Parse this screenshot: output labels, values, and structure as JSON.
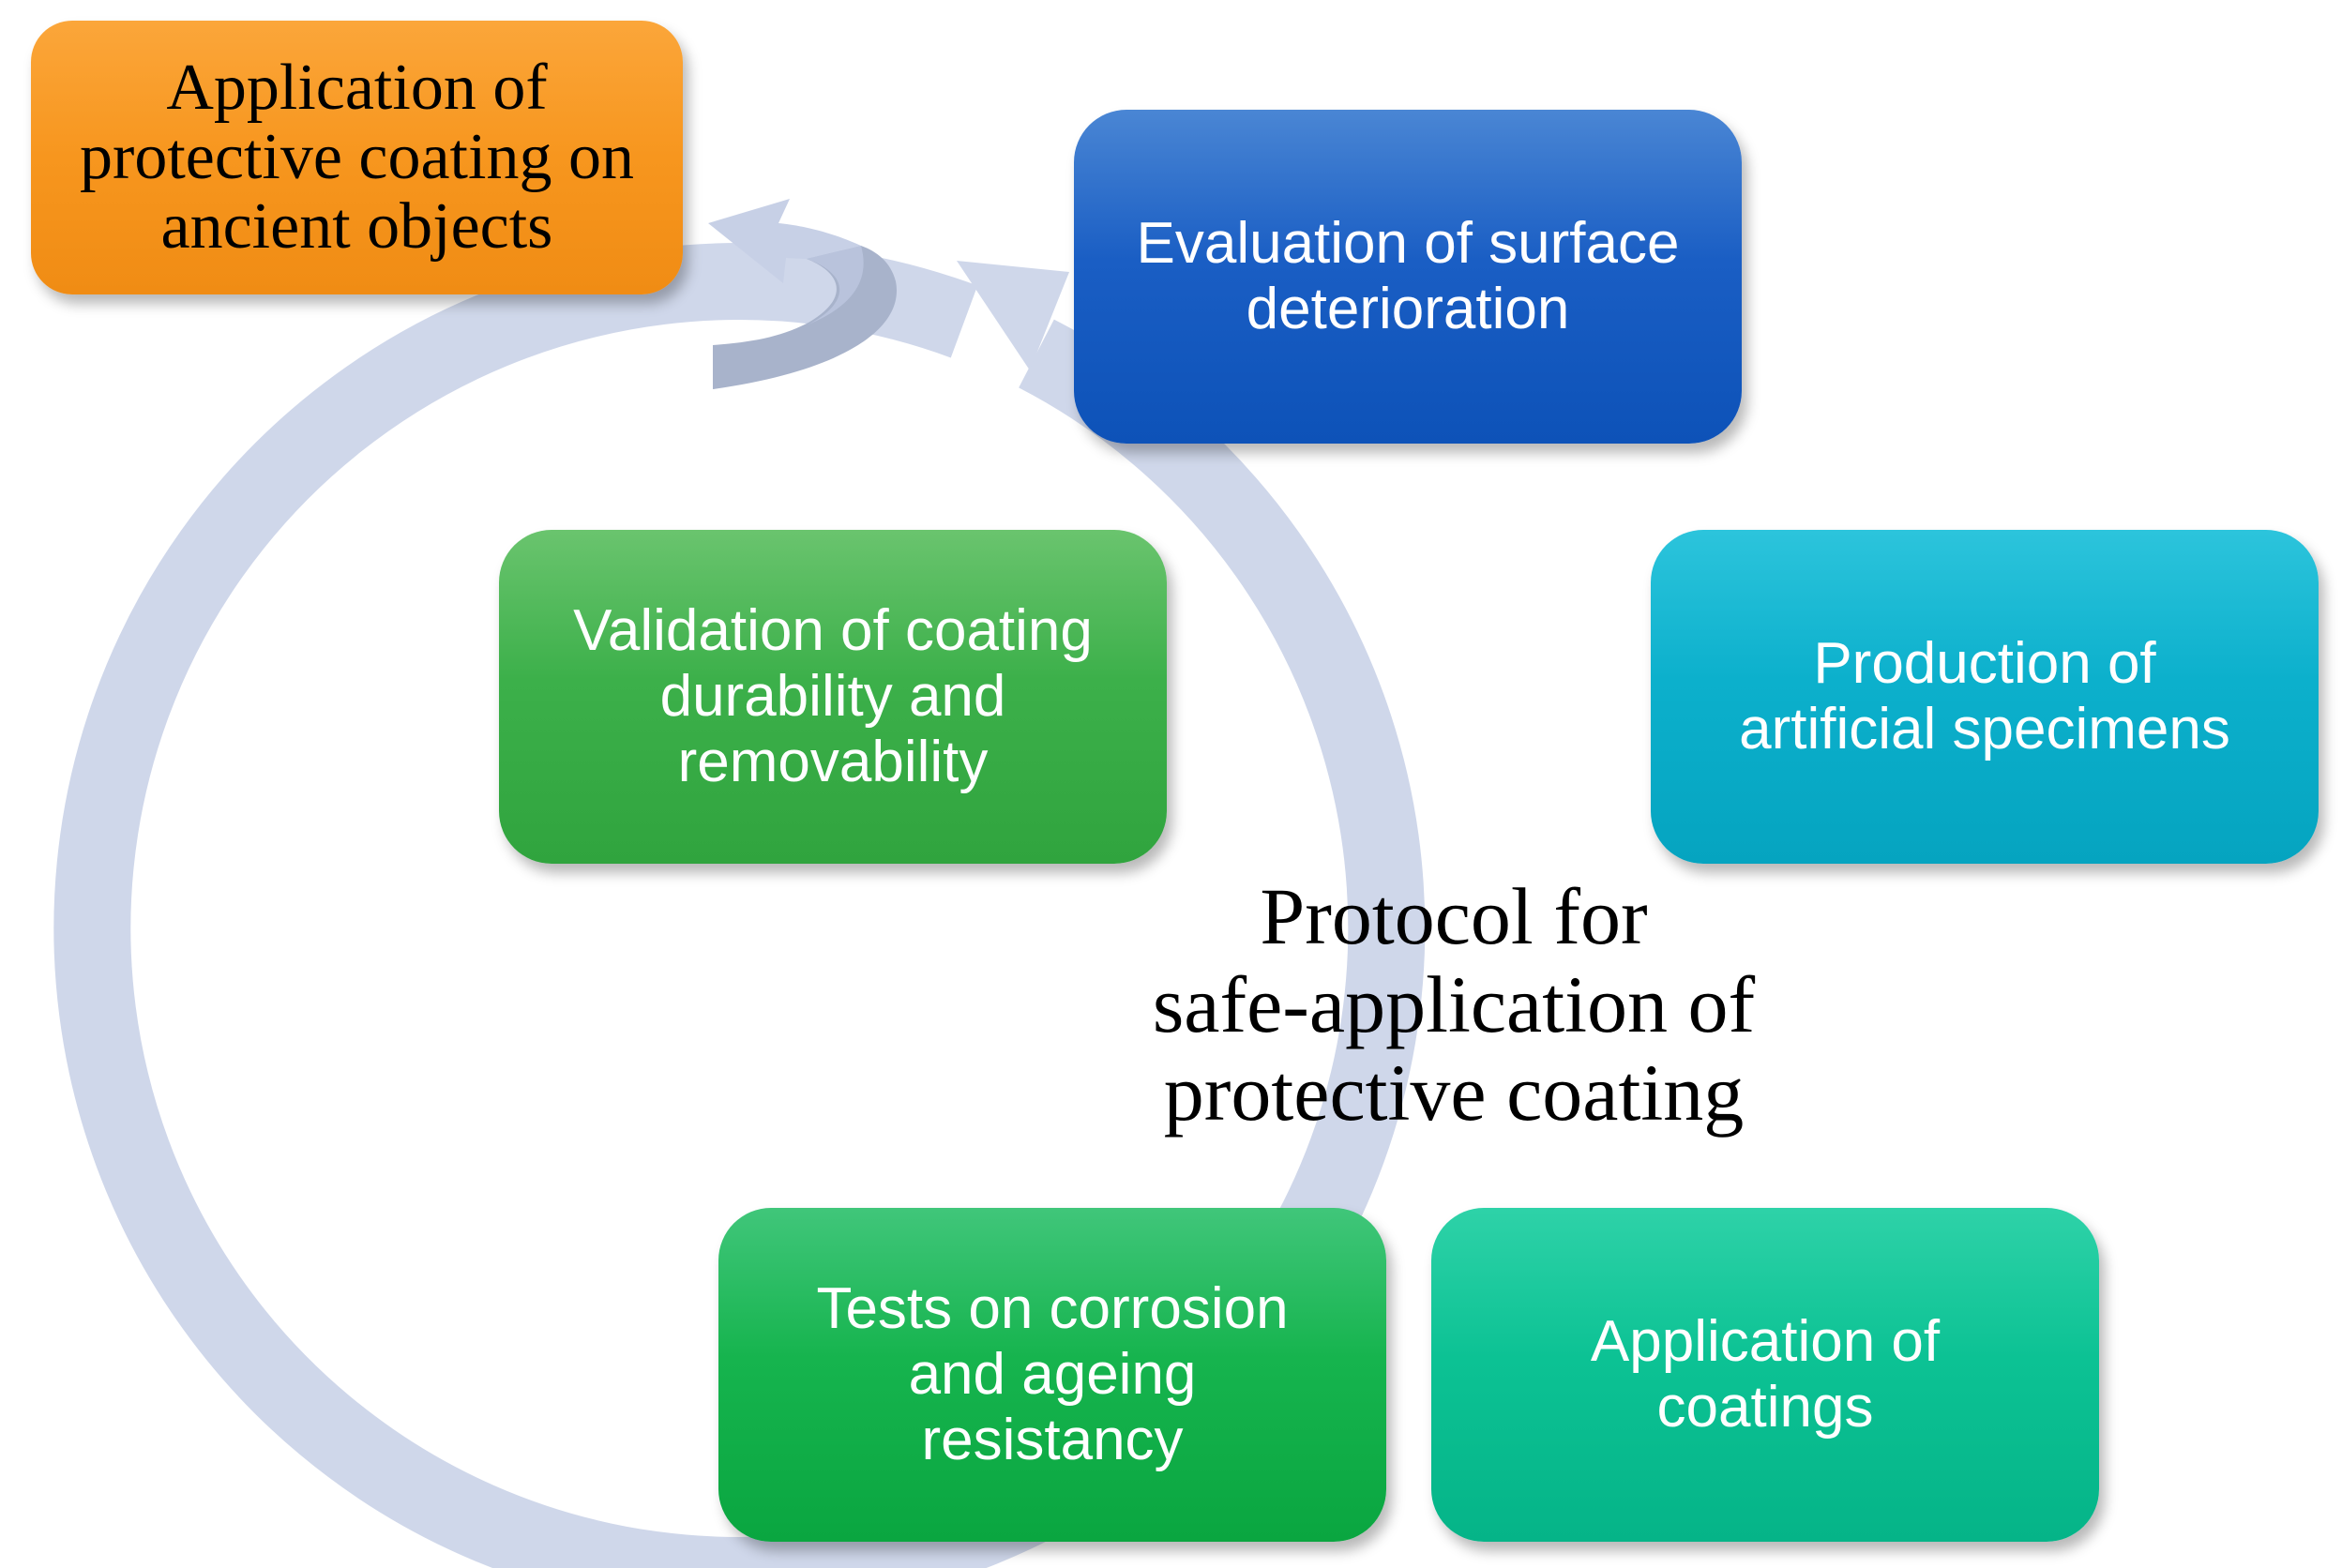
{
  "cycle_steps": [
    {
      "label": "Evaluation of surface\ndeterioration"
    },
    {
      "label": "Production of\nartificial specimens"
    },
    {
      "label": "Application of\ncoatings"
    },
    {
      "label": "Tests on corrosion\nand ageing\nresistancy"
    },
    {
      "label": "Validation of coating\ndurability and\nremovability"
    }
  ],
  "outcome": {
    "label": "Application of\nprotective coating on\nancient objects"
  },
  "center_title": "Protocol for\nsafe-application of\nprotective coating",
  "colors": {
    "cycle_arrow": "#cfd7ea",
    "curved_arrow": "#c3cde5",
    "evaluation": "#1a5ec4",
    "production": "#0cb0cc",
    "application_coatings": "#0cc294",
    "tests": "#16b44e",
    "validation": "#3cb04a",
    "outcome": "#f7961e"
  }
}
